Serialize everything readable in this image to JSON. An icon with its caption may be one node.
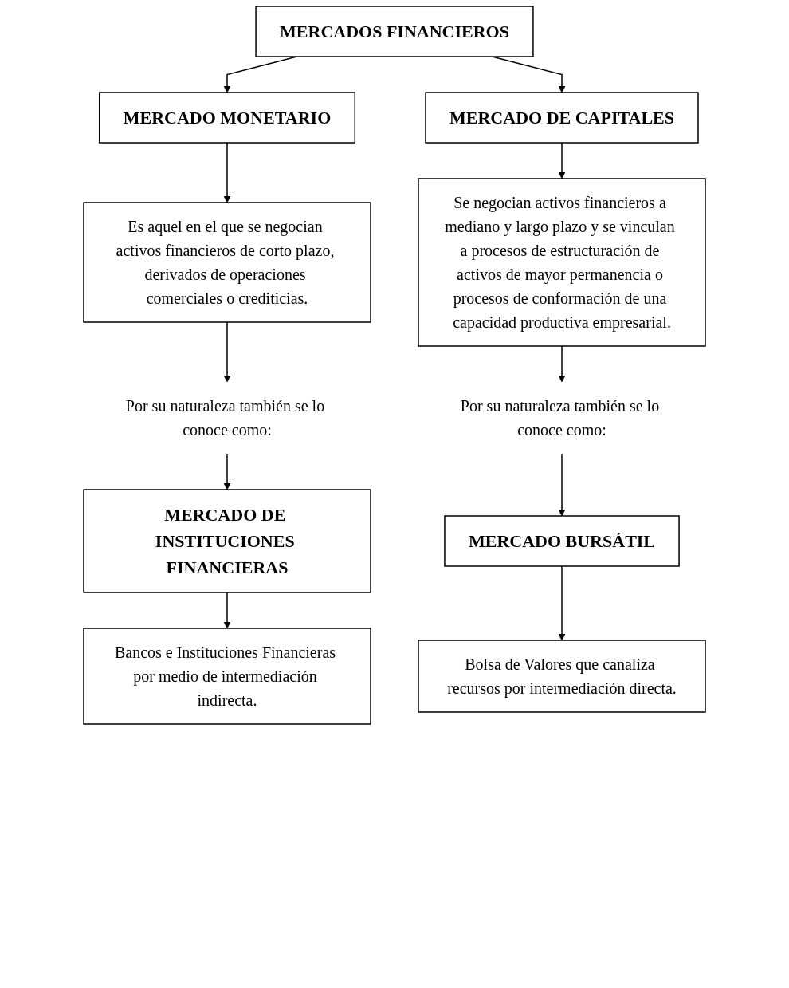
{
  "diagram": {
    "nodes": [
      {
        "text": [
          "MERCADOS FINANCIEROS"
        ]
      },
      {
        "text": [
          "MERCADO MONETARIO"
        ]
      },
      {
        "text": [
          "MERCADO DE CAPITALES"
        ]
      },
      {
        "text": [
          "Es aquel en el que se negocian activos financieros de corto plazo, derivados de operaciones comerciales o crediticias."
        ]
      },
      {
        "text": [
          "Se negocian activos financieros a mediano y largo plazo y se vinculan a procesos de estructuración de activos de mayor permanencia o procesos de conformación de una capacidad productiva empresarial."
        ]
      },
      {
        "text": [
          "Por su naturaleza también se lo conoce como:"
        ]
      },
      {
        "text": [
          "Por su naturaleza también se lo conoce como:"
        ]
      },
      {
        "text": [
          "MERCADO DE INSTITUCIONES FINANCIERAS"
        ]
      },
      {
        "text": [
          "MERCADO BURSÁTIL"
        ]
      },
      {
        "text": [
          "Bancos e Instituciones Financieras por medio de intermediación indirecta."
        ]
      },
      {
        "text": [
          "Bolsa de Valores que canaliza recursos por intermediación directa."
        ]
      }
    ],
    "edges": [
      {
        "from": 0,
        "to": 1,
        "arrow": "to"
      },
      {
        "from": 0,
        "to": 2,
        "arrow": "to"
      },
      {
        "from": 1,
        "to": 3,
        "arrow": "to"
      },
      {
        "from": 2,
        "to": 4,
        "arrow": "to"
      },
      {
        "from": 3,
        "to": 5,
        "arrow": "to"
      },
      {
        "from": 4,
        "to": 6,
        "arrow": "to"
      },
      {
        "from": 5,
        "to": 7,
        "arrow": "to"
      },
      {
        "from": 6,
        "to": 8,
        "arrow": "to"
      },
      {
        "from": 7,
        "to": 9,
        "arrow": "to"
      },
      {
        "from": 8,
        "to": 10,
        "arrow": "to"
      }
    ]
  }
}
